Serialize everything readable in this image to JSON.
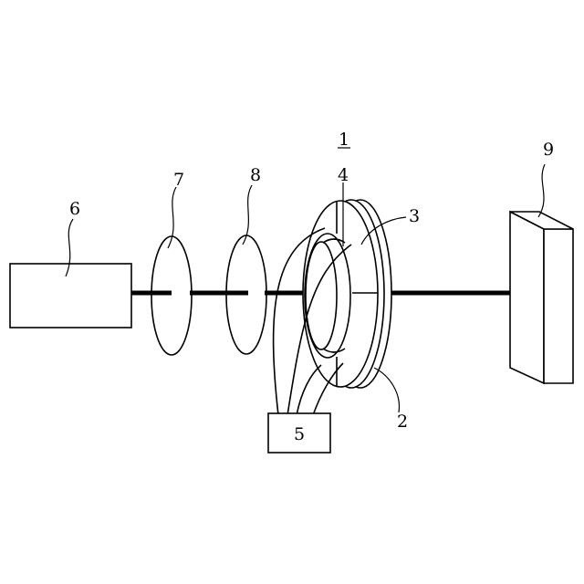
{
  "labels": {
    "device": "1",
    "coil": "2",
    "ring": "3",
    "aperture": "4",
    "controller": "5",
    "source": "6",
    "lens_a": "7",
    "lens_b": "8",
    "target": "9"
  }
}
